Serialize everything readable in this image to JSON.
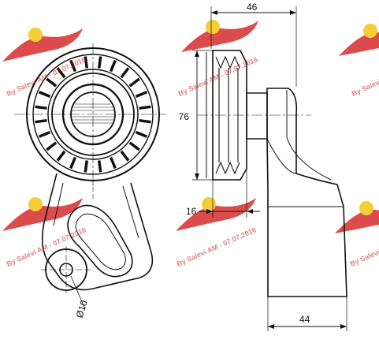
{
  "dimensions": {
    "overall_width": "46",
    "pulley_diameter": "76",
    "pulley_width": "16",
    "base_width": "44",
    "bolt_hole_diameter": "Ø10"
  },
  "watermark": {
    "text": "By Salevi AM - 07.07.2016",
    "color": "#c91a1a"
  },
  "colors": {
    "line": "#111111",
    "watermark": "#c91a1a"
  }
}
